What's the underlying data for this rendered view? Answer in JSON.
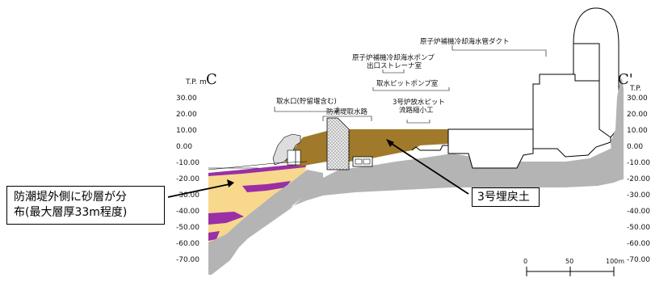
{
  "section": {
    "left_label": "C",
    "right_label": "C'",
    "unit_left": "T.P. m",
    "unit_right": "T.P."
  },
  "elevations": [
    "30.00",
    "20.00",
    "10.00",
    "0.00",
    "-10.00",
    "-20.00",
    "-30.00",
    "-40.00",
    "-50.00",
    "-60.00",
    "-70.00"
  ],
  "annotations": {
    "intake": "取水口(貯留堰含む)",
    "seawall_channel": "防潮堤取水路",
    "pump_outlet_line1": "原子炉補機冷却海水ポンプ",
    "pump_outlet_line2": "出口ストレーナ室",
    "pit_pump_room": "取水ピットポンプ室",
    "unit3_pit_line1": "3号炉放水ピット",
    "unit3_pit_line2": "流路縮小工",
    "duct": "原子炉補機冷却海水管ダクト"
  },
  "callouts": {
    "sand_line1": "防潮堤外側に砂層が分",
    "sand_line2": "布(最大層厚33m程度)",
    "backfill": "3号埋戻土"
  },
  "scale": {
    "ticks": [
      "0",
      "50",
      "100m"
    ]
  },
  "colors": {
    "backfill": "#a07a2a",
    "sand": "#f8d88c",
    "purple": "#9a2fa6",
    "rock": "#b4b4b4",
    "lightgray": "#d8d8d8"
  }
}
